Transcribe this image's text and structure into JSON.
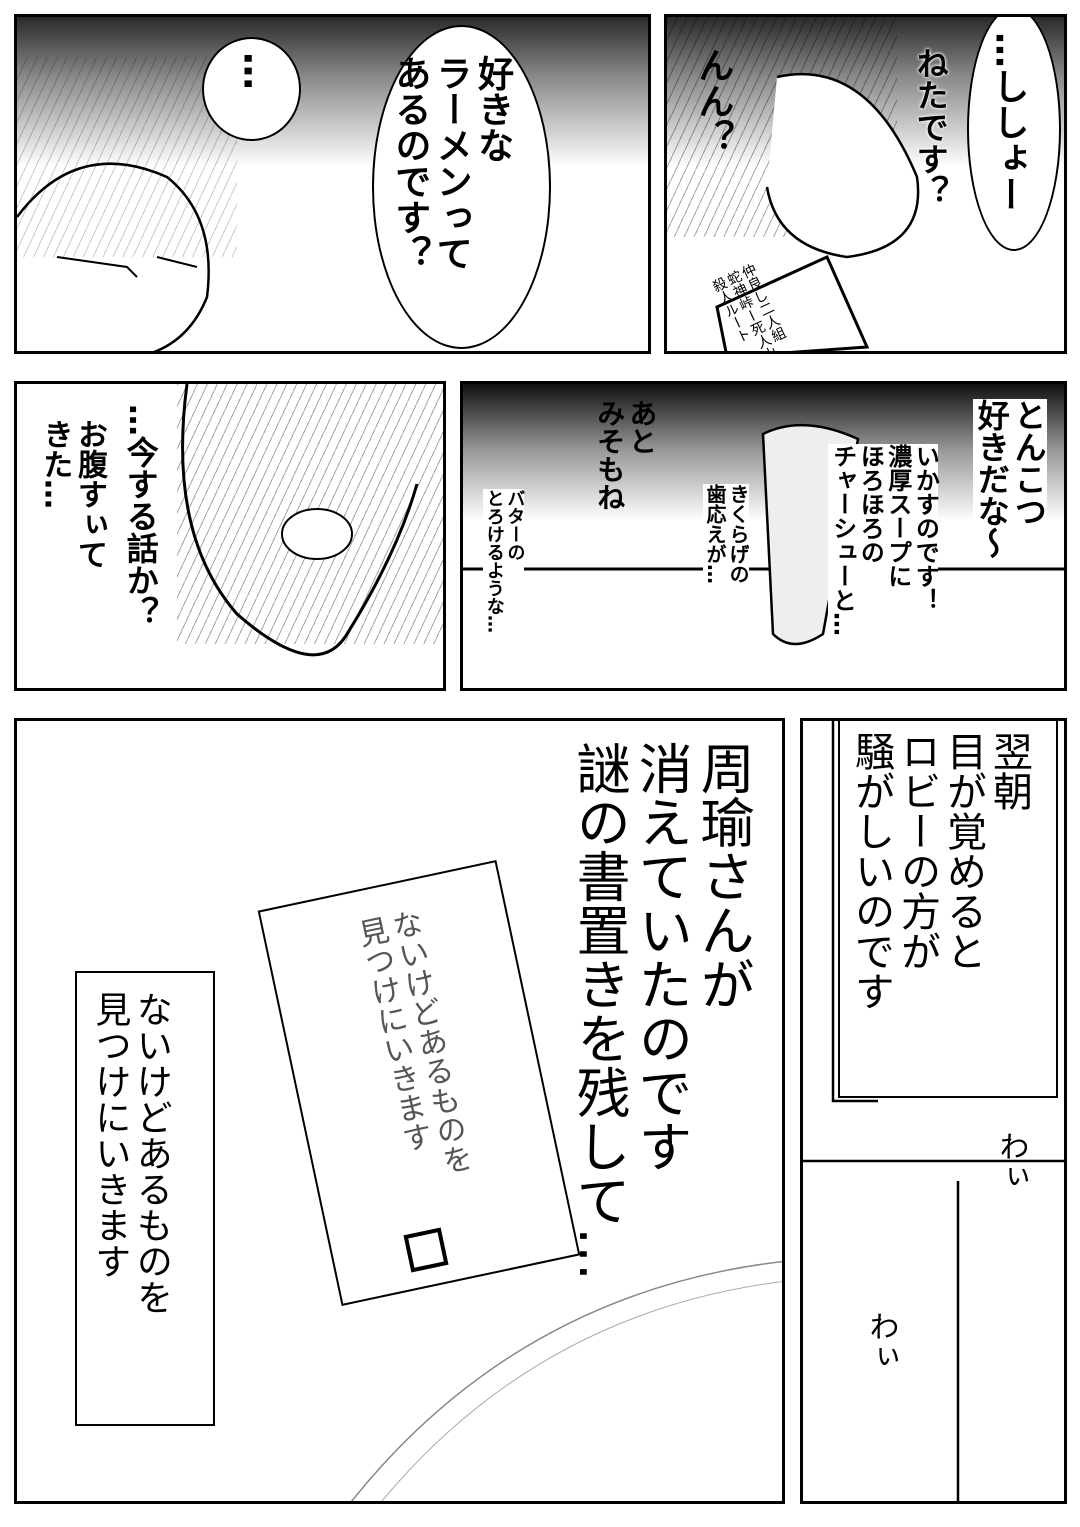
{
  "panel1": {
    "thought": "…",
    "speech": "好きな\nラーメンって\nあるのです？"
  },
  "panel2": {
    "speech1": "…ししょー",
    "speech2": "ねたです？",
    "speech3": "んん？",
    "book_title": "仲良し二人組\n蛇神峠ー死人山\n殺人ルート"
  },
  "panel3": {
    "speech1": "…今する話か？",
    "speech2": "お腹すぃて\nきた…"
  },
  "panel4": {
    "speech1": "とんこつ\n好きだな〜",
    "speech2": "いかすのです！\n濃厚スープに\nほろほろの\nチャーシューと…",
    "speech3": "きくらげの\n歯応えが…",
    "speech4": "あと\nみそもね",
    "speech5": "バターの\nとろけるような…"
  },
  "panel5": {
    "narration": "周瑜さんが\n消えていたのです\n謎の書置きを残して…",
    "note_text": "ないけどあるものを\n見つけにいきます",
    "caption": "ないけどあるものを\n見つけにいきます"
  },
  "panel6": {
    "narration": "翌朝\n目が覚めると\nロビーの方が\n騒がしいのです",
    "sfx1": "わぃ",
    "sfx2": "わぃ"
  }
}
